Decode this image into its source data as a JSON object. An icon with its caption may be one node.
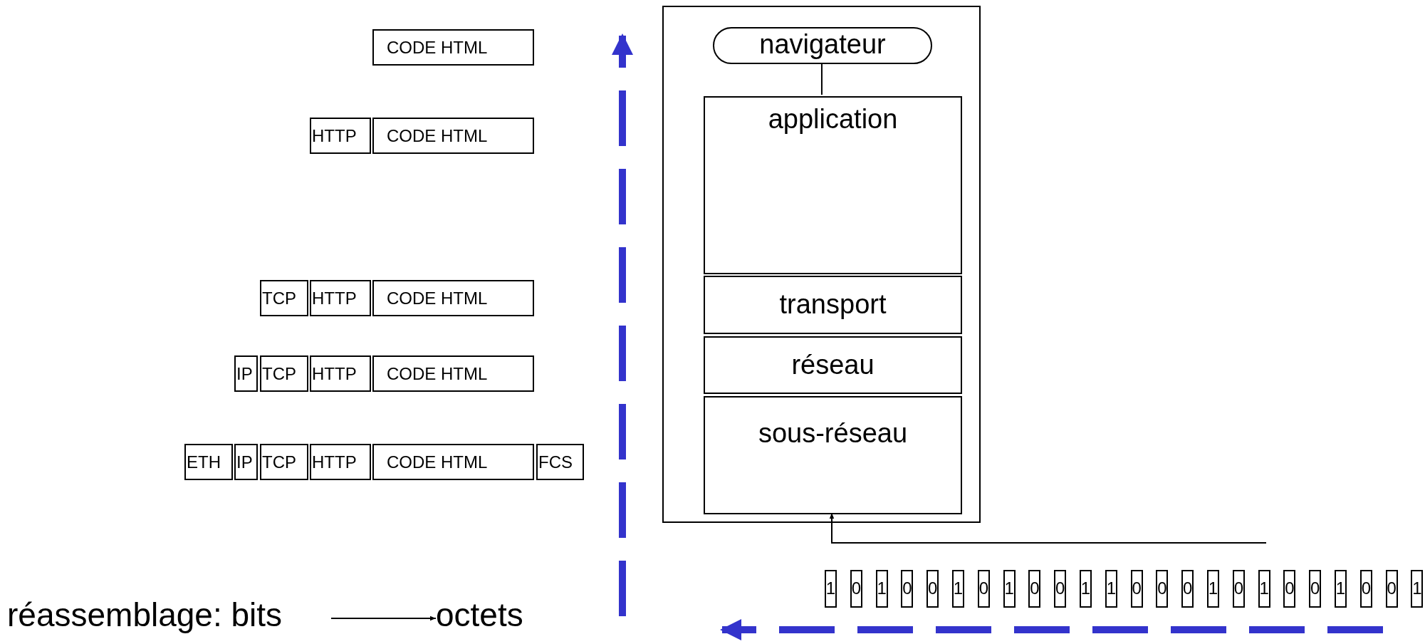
{
  "diagram": {
    "nodes": [
      {
        "text": [],
        "shape": "box"
      },
      {
        "text": [
          "navigateur"
        ],
        "in": 0
      },
      {
        "text": [
          "application"
        ],
        "in": 0
      },
      {
        "text": [
          "transport"
        ],
        "in": 0
      },
      {
        "text": [
          "réseau"
        ],
        "in": 0
      },
      {
        "text": [
          "sous-réseau"
        ],
        "in": 0
      },
      {
        "text": [
          "CODE HTML"
        ]
      },
      {
        "text": [
          "HTTP"
        ]
      },
      {
        "text": [
          "CODE HTML"
        ]
      },
      {
        "text": [
          "TCP"
        ]
      },
      {
        "text": [
          "HTTP"
        ]
      },
      {
        "text": [
          "CODE HTML"
        ]
      },
      {
        "text": [
          "IP"
        ]
      },
      {
        "text": [
          "TCP"
        ]
      },
      {
        "text": [
          "HTTP"
        ]
      },
      {
        "text": [
          "CODE HTML"
        ]
      },
      {
        "text": [
          "ETH"
        ]
      },
      {
        "text": [
          "IP"
        ]
      },
      {
        "text": [
          "TCP"
        ]
      },
      {
        "text": [
          "HTTP"
        ]
      },
      {
        "text": [
          "CODE HTML"
        ]
      },
      {
        "text": [
          "FCS"
        ]
      },
      {
        "text": [
          "1"
        ]
      },
      {
        "text": [
          "0"
        ]
      },
      {
        "text": [
          "1"
        ]
      },
      {
        "text": [
          "0"
        ]
      },
      {
        "text": [
          "0"
        ]
      },
      {
        "text": [
          "1"
        ]
      },
      {
        "text": [
          "0"
        ]
      },
      {
        "text": [
          "1"
        ]
      },
      {
        "text": [
          "0"
        ]
      },
      {
        "text": [
          "0"
        ]
      },
      {
        "text": [
          "1"
        ]
      },
      {
        "text": [
          "1"
        ]
      },
      {
        "text": [
          "0"
        ]
      },
      {
        "text": [
          "0"
        ]
      },
      {
        "text": [
          "0"
        ]
      },
      {
        "text": [
          "1"
        ]
      },
      {
        "text": [
          "0"
        ]
      },
      {
        "text": [
          "1"
        ]
      },
      {
        "text": [
          "0"
        ]
      },
      {
        "text": [
          "0"
        ]
      },
      {
        "text": [
          "1"
        ]
      },
      {
        "text": [
          "0"
        ]
      },
      {
        "text": [
          "0"
        ]
      },
      {
        "text": [
          "1"
        ]
      },
      {
        "text": [
          "réassemblage: bits"
        ]
      },
      {
        "text": [
          "octets"
        ]
      }
    ],
    "edges": [
      {
        "from": 1,
        "to": 2,
        "arrow": "none"
      },
      {
        "from": null,
        "to": 5,
        "arrow": "to"
      },
      {
        "from": 46,
        "to": 47,
        "arrow": "to"
      }
    ]
  }
}
